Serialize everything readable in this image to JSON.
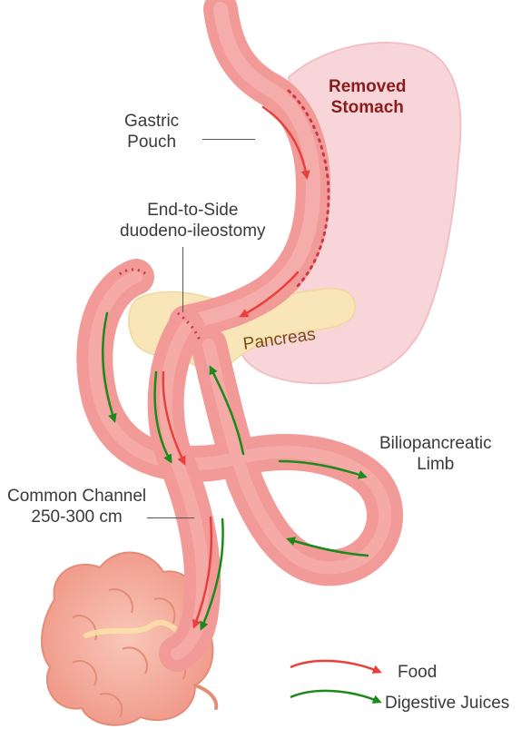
{
  "labels": {
    "removed_stomach": [
      "Removed",
      "Stomach"
    ],
    "gastric_pouch": [
      "Gastric",
      "Pouch"
    ],
    "end_to_side": [
      "End-to-Side",
      "duodeno-ileostomy"
    ],
    "pancreas": "Pancreas",
    "biliopancreatic_limb": [
      "Biliopancreatic",
      "Limb"
    ],
    "common_channel": [
      "Common Channel",
      "250-300 cm"
    ]
  },
  "legend": {
    "food": "Food",
    "digestive_juices": "Digestive Juices"
  },
  "colors": {
    "food_arrow": "#e8403a",
    "juice_arrow": "#1a8a1a",
    "intestine": "#f29a98",
    "removed_stomach": "#f8d5d8",
    "pancreas": "#f8e6b8"
  }
}
